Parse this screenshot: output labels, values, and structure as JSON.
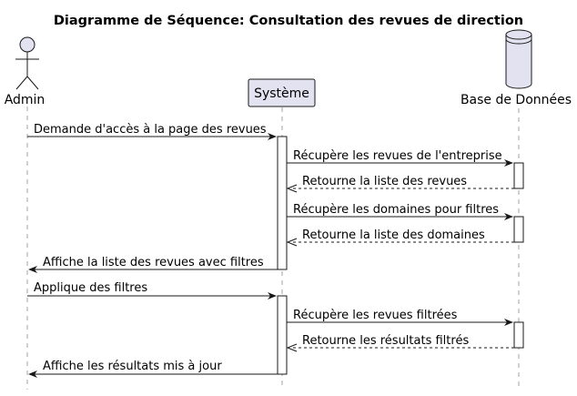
{
  "diagram": {
    "title": "Diagramme de Séquence: Consultation des revues de direction",
    "participants": [
      {
        "id": "admin",
        "label": "Admin",
        "kind": "actor"
      },
      {
        "id": "systeme",
        "label": "Système",
        "kind": "participant"
      },
      {
        "id": "bdd",
        "label": "Base de Données",
        "kind": "database"
      }
    ],
    "messages": [
      {
        "from": "admin",
        "to": "systeme",
        "label": "Demande d'accès à la page des revues",
        "style": "solid"
      },
      {
        "from": "systeme",
        "to": "bdd",
        "label": "Récupère les revues de l'entreprise",
        "style": "solid"
      },
      {
        "from": "bdd",
        "to": "systeme",
        "label": "Retourne la liste des revues",
        "style": "dashed"
      },
      {
        "from": "systeme",
        "to": "bdd",
        "label": "Récupère les domaines pour filtres",
        "style": "solid"
      },
      {
        "from": "bdd",
        "to": "systeme",
        "label": "Retourne la liste des domaines",
        "style": "dashed"
      },
      {
        "from": "systeme",
        "to": "admin",
        "label": "Affiche la liste des revues avec filtres",
        "style": "solid"
      },
      {
        "from": "admin",
        "to": "systeme",
        "label": "Applique des filtres",
        "style": "solid"
      },
      {
        "from": "systeme",
        "to": "bdd",
        "label": "Récupère les revues filtrées",
        "style": "solid"
      },
      {
        "from": "bdd",
        "to": "systeme",
        "label": "Retourne les résultats filtrés",
        "style": "dashed"
      },
      {
        "from": "systeme",
        "to": "admin",
        "label": "Affiche les résultats mis à jour",
        "style": "solid"
      }
    ]
  }
}
